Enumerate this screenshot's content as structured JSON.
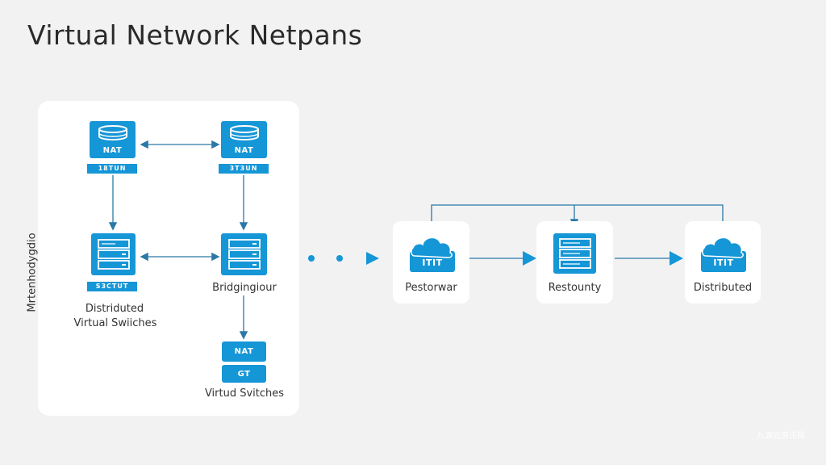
{
  "title": "Virtual Network Netpans",
  "side_label": "Mrtenhodygdio",
  "left_panel": {
    "nat_1": {
      "label": "NAT",
      "tag": "18TUN"
    },
    "nat_2": {
      "label": "NAT",
      "tag": "3T3UN"
    },
    "switch_1": {
      "tag": "S3CTUT"
    },
    "bridging": {
      "caption": "Bridgingiour"
    },
    "distributed_caption_line1": "Distriduted",
    "distributed_caption_line2": "Virtual Swiiches",
    "nat_3": {
      "label": "NAT",
      "sublabel": "GT"
    },
    "virtual_switches_caption": "Virtud Svitches"
  },
  "flow": {
    "card_1": {
      "label": "ITIT",
      "caption": "Pestorwar"
    },
    "card_2": {
      "caption": "Restounty"
    },
    "card_3": {
      "label": "ITIT",
      "caption": "Distributed"
    }
  },
  "watermark": "九游云资讯网",
  "colors": {
    "accent": "#1596d6",
    "line": "#2a78a8",
    "background": "#f2f2f3"
  }
}
